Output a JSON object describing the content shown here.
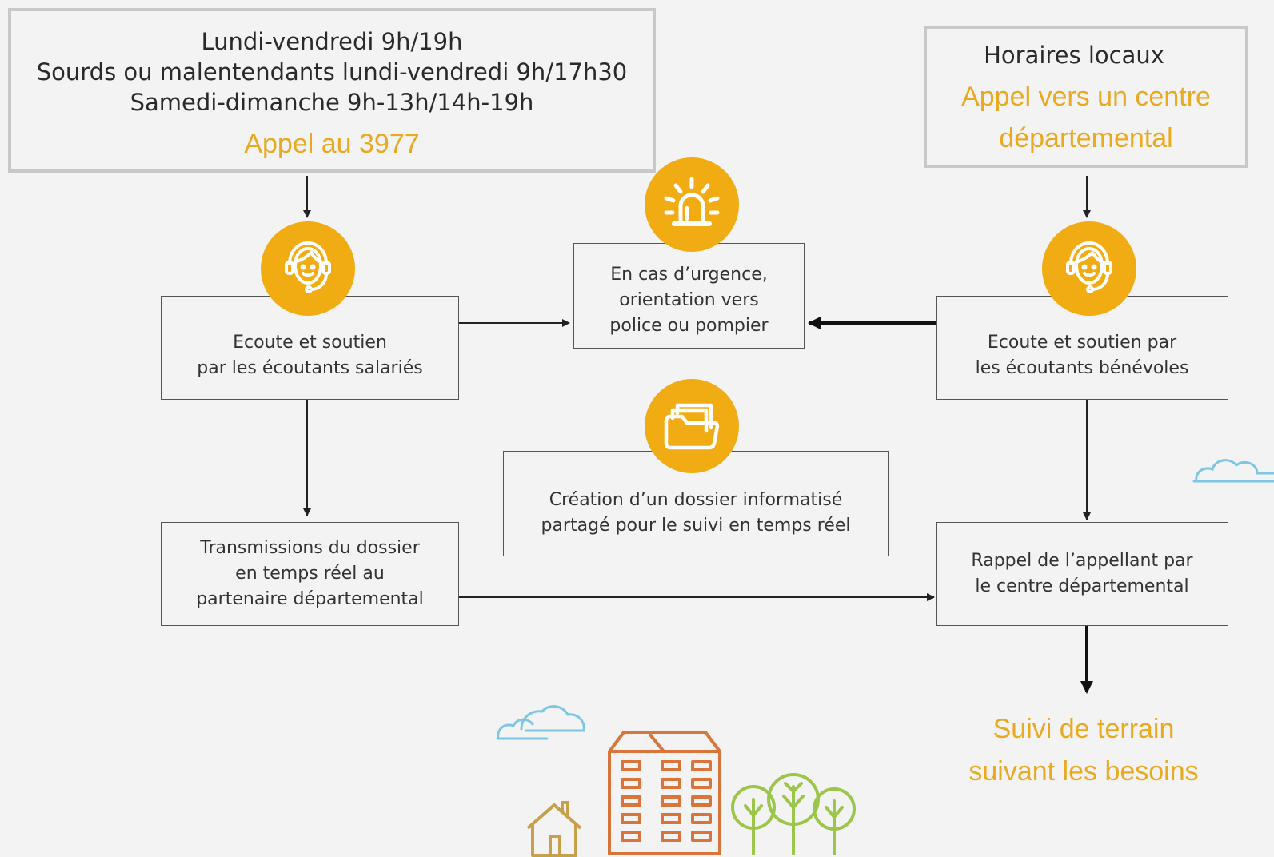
{
  "national": {
    "hours": [
      "Lundi-vendredi 9h/19h",
      "Sourds ou malentendants lundi-vendredi 9h/17h30",
      "Samedi-dimanche 9h-13h/14h-19h"
    ],
    "call": "Appel au 3977"
  },
  "local": {
    "hours": "Horaires locaux",
    "call": [
      "Appel vers un centre",
      "départemental"
    ]
  },
  "steps": {
    "salaried": [
      "Ecoute et soutien",
      "par les écoutants salariés"
    ],
    "emergency": [
      "En cas d’urgence,",
      "orientation vers",
      "police ou pompier"
    ],
    "volunteer": [
      "Ecoute et soutien par",
      "les écoutants bénévoles"
    ],
    "file": [
      "Création d’un dossier informatisé",
      "partagé pour le suivi en temps réel"
    ],
    "transmission": [
      "Transmissions du dossier",
      "en temps réel au",
      "partenaire départemental"
    ],
    "callback": [
      "Rappel de l’appellant par",
      "le centre départemental"
    ]
  },
  "outcome": [
    "Suivi de terrain",
    "suivant les besoins"
  ],
  "icons": {
    "salaried": "headset-operator-icon",
    "emergency": "alarm-siren-icon",
    "volunteer": "headset-operator-icon",
    "file": "folder-icon"
  },
  "colors": {
    "accent": "#f2ac13",
    "accent_text": "#e9aa22",
    "cloud": "#7cc6e6",
    "building": "#d9743a",
    "tree": "#9bc64a",
    "house": "#c8a04a"
  }
}
